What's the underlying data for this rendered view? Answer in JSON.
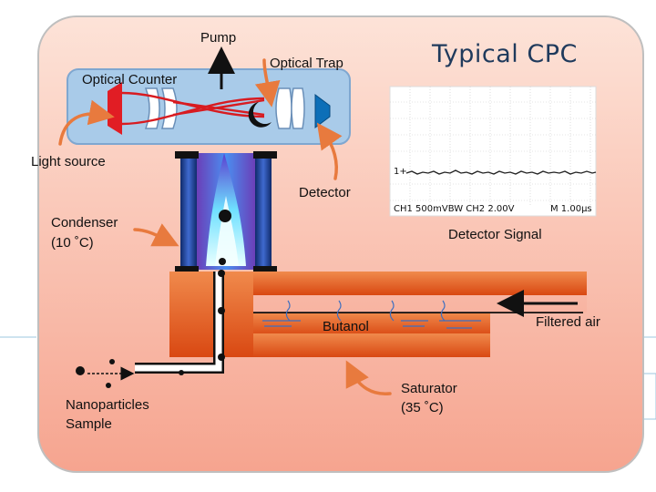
{
  "title": "Typical CPC",
  "labels": {
    "pump": "Pump",
    "optical_counter": "Optical Counter",
    "optical_trap": "Optical Trap",
    "light_source": "Light source",
    "detector": "Detector",
    "condenser_line1": "Condenser",
    "condenser_line2": "(10 ˚C)",
    "detector_signal": "Detector Signal",
    "filtered_air": "Filtered air",
    "butanol": "Butanol",
    "nanoparticles_line1": "Nanoparticles",
    "nanoparticles_line2": "Sample",
    "saturator_line1": "Saturator",
    "saturator_line2": "(35 ˚C)"
  },
  "oscilloscope": {
    "trace_marker": "1+",
    "ch1": "CH1  500mVBW CH2  2.00V",
    "timebase": "M 1.00μs"
  },
  "colors": {
    "panel_fill": "#f9c4b4",
    "arrow_orange": "#e87a3e",
    "saturator_orange": "#e85c22",
    "counter_blue": "#a9cbe9",
    "condenser_blue": "#1f3f8a",
    "title_blue": "#1f3a5c"
  }
}
